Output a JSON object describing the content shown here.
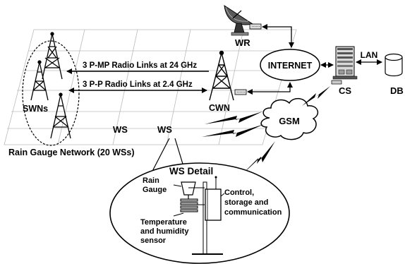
{
  "labels": {
    "wr": "WR",
    "internet": "INTERNET",
    "lan": "LAN",
    "cs": "CS",
    "db": "DB",
    "link_24": "3 P-MP Radio Links at 24 GHz",
    "link_2_4": "3 P-P Radio Links at 2.4 GHz",
    "swns": "SWNs",
    "cwn": "CWN",
    "ws_1": "WS",
    "ws_2": "WS",
    "gsm": "GSM",
    "network": "Rain Gauge Network (20 WSs)",
    "ws_detail": "WS Detail",
    "rain_gauge_1": "Rain",
    "rain_gauge_2": "Gauge",
    "temp_1": "Temperature",
    "temp_2": "and humidity",
    "temp_3": "sensor",
    "ctrl_1": "Control,",
    "ctrl_2": "storage and",
    "ctrl_3": "communication"
  }
}
